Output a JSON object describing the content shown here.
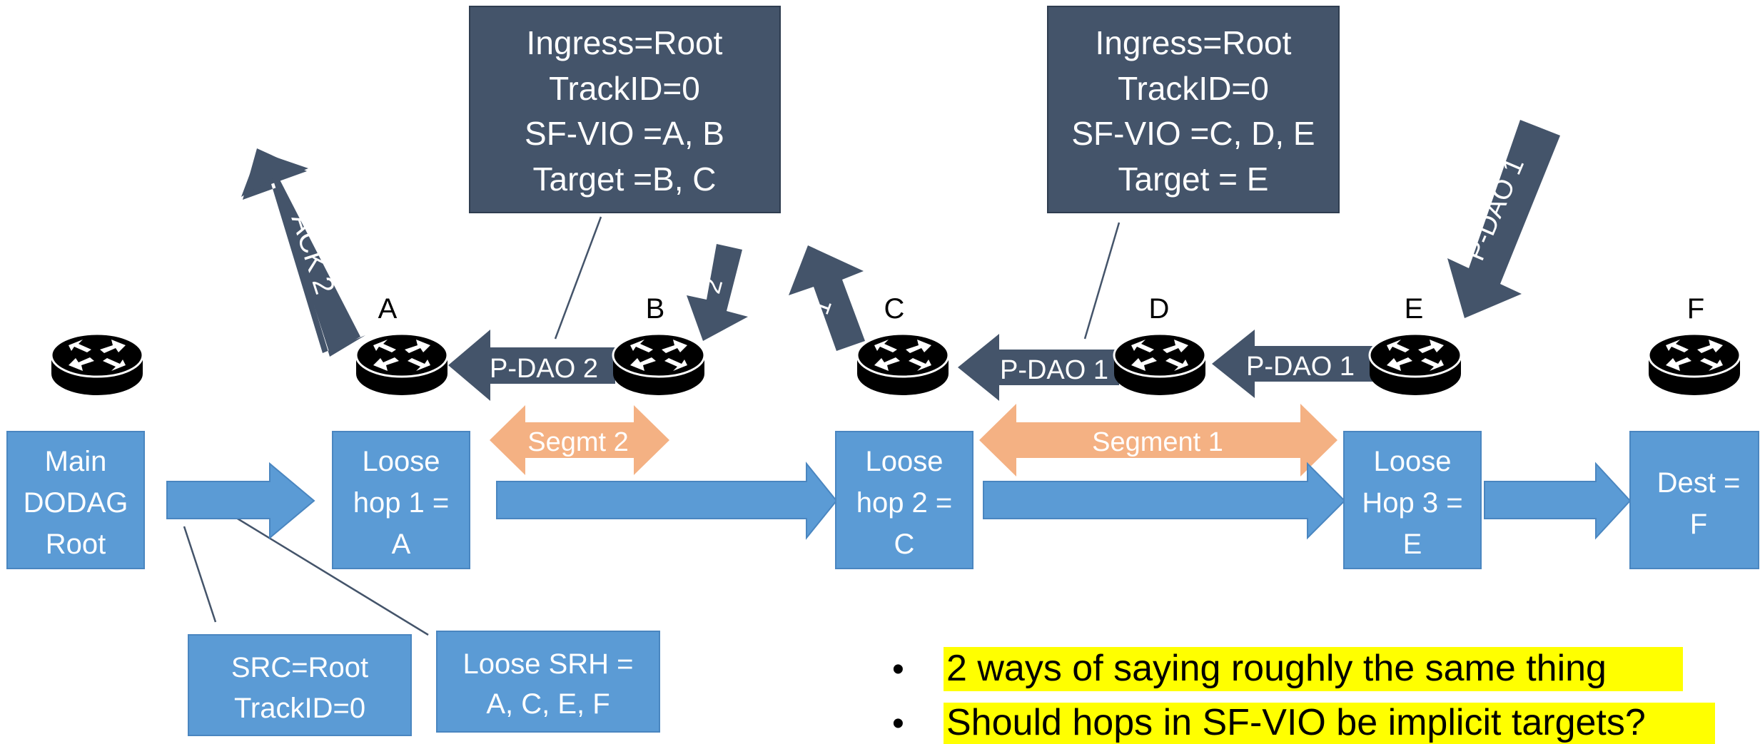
{
  "colors": {
    "dark_box": "#44546a",
    "blue_box": "#5b9bd5",
    "salmon": "#f4b183",
    "highlight": "#ffff00",
    "router": "#000000"
  },
  "nodes": {
    "a": "A",
    "b": "B",
    "c": "C",
    "d": "D",
    "e": "E",
    "f": "F"
  },
  "router_icon": "router-icon",
  "info_boxes": {
    "left": [
      "Ingress=Root",
      "TrackID=0",
      "SF-VIO =A, B",
      "Target =B, C"
    ],
    "right": [
      "Ingress=Root",
      "TrackID=0",
      "SF-VIO =C, D, E",
      "Target = E"
    ]
  },
  "arrows": {
    "ack2": "ACK 2",
    "num2": "2",
    "num1": "1",
    "pdao1_diag": "P-DAO 1",
    "pdao2_ba": "P-DAO 2",
    "pdao1_dc": "P-DAO 1",
    "pdao1_ed": "P-DAO 1"
  },
  "segments": {
    "seg2": "Segmt 2",
    "seg1": "Segment 1"
  },
  "hops": {
    "root": [
      "Main",
      "DODAG",
      "Root"
    ],
    "hop1": [
      "Loose",
      "hop 1 =",
      "A"
    ],
    "hop2": [
      "Loose",
      "hop 2 =",
      "C"
    ],
    "hop3": [
      "Loose",
      "Hop 3 =",
      "E"
    ],
    "dest": [
      "Dest =",
      "F"
    ]
  },
  "callouts": {
    "src": [
      "SRC=Root",
      "TrackID=0"
    ],
    "srh": [
      "Loose SRH =",
      "A, C, E, F"
    ]
  },
  "bullets": [
    "2 ways of saying roughly the same thing",
    "Should hops in SF-VIO be implicit targets?"
  ]
}
